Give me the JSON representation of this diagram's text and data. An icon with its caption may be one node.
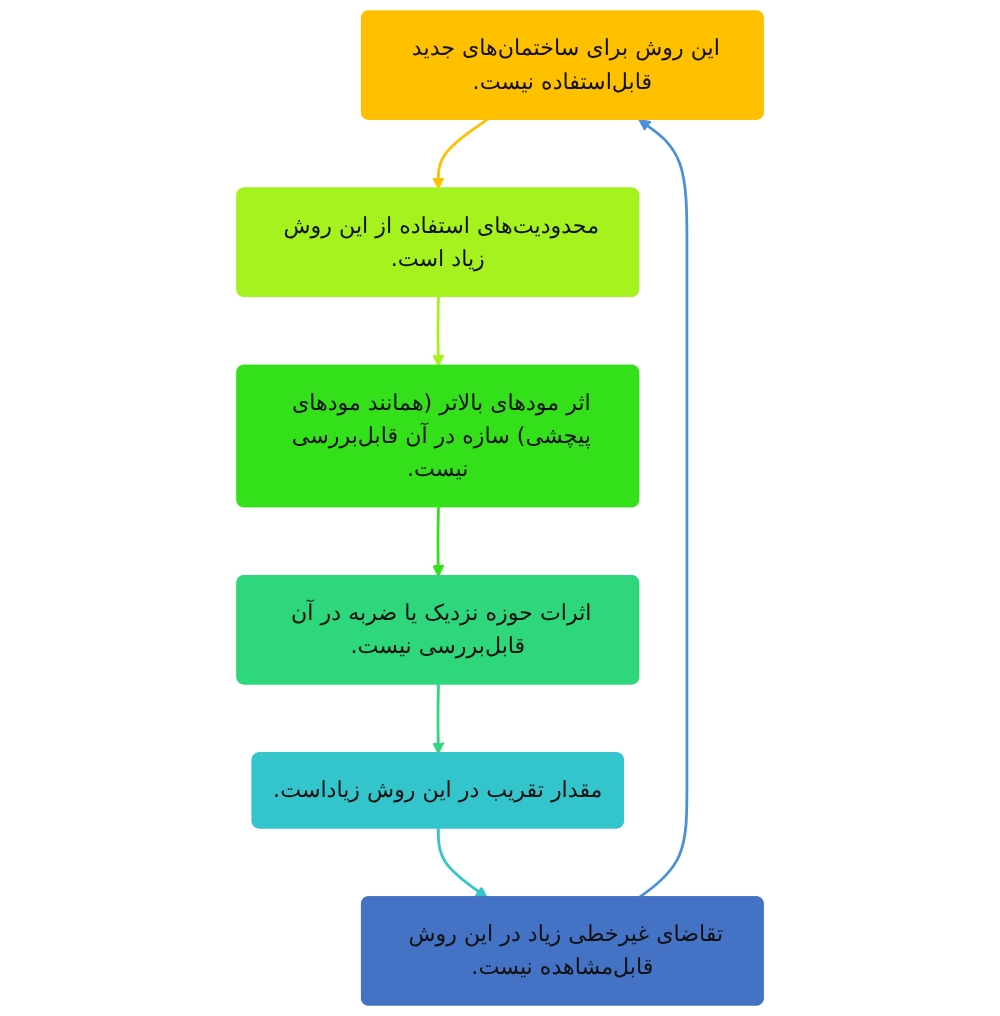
{
  "diagram": {
    "nodes": [
      {
        "text": [
          "این روش برای ساختمان‌های جدید قابل‌استفاده نیست."
        ]
      },
      {
        "text": [
          "محدودیت‌های استفاده از این روش زیاد است."
        ]
      },
      {
        "text": [
          "اثر مودهای بالاتر (همانند مودهای پیچشی) سازه در آن قابل‌بررسی نیست."
        ]
      },
      {
        "text": [
          "اثرات حوزه نزدیک یا ضربه در آن قابل‌بررسی نیست."
        ]
      },
      {
        "text": [
          "مقدار تقریب در این روش زیاداست."
        ]
      },
      {
        "text": [
          "تقاضای غیرخطی زیاد در این روش قابل‌مشاهده نیست."
        ]
      }
    ],
    "edges": [
      {
        "from": 0,
        "to": 1,
        "arrow": "to",
        "color": "#ffc000"
      },
      {
        "from": 1,
        "to": 2,
        "arrow": "to",
        "color": "#a6f21e"
      },
      {
        "from": 2,
        "to": 3,
        "arrow": "to",
        "color": "#33e01a"
      },
      {
        "from": 3,
        "to": 4,
        "arrow": "to",
        "color": "#2ed67c"
      },
      {
        "from": 4,
        "to": 5,
        "arrow": "to",
        "color": "#33c4cc"
      },
      {
        "from": 5,
        "to": 0,
        "arrow": "to",
        "color": "#4a90d9"
      }
    ]
  }
}
